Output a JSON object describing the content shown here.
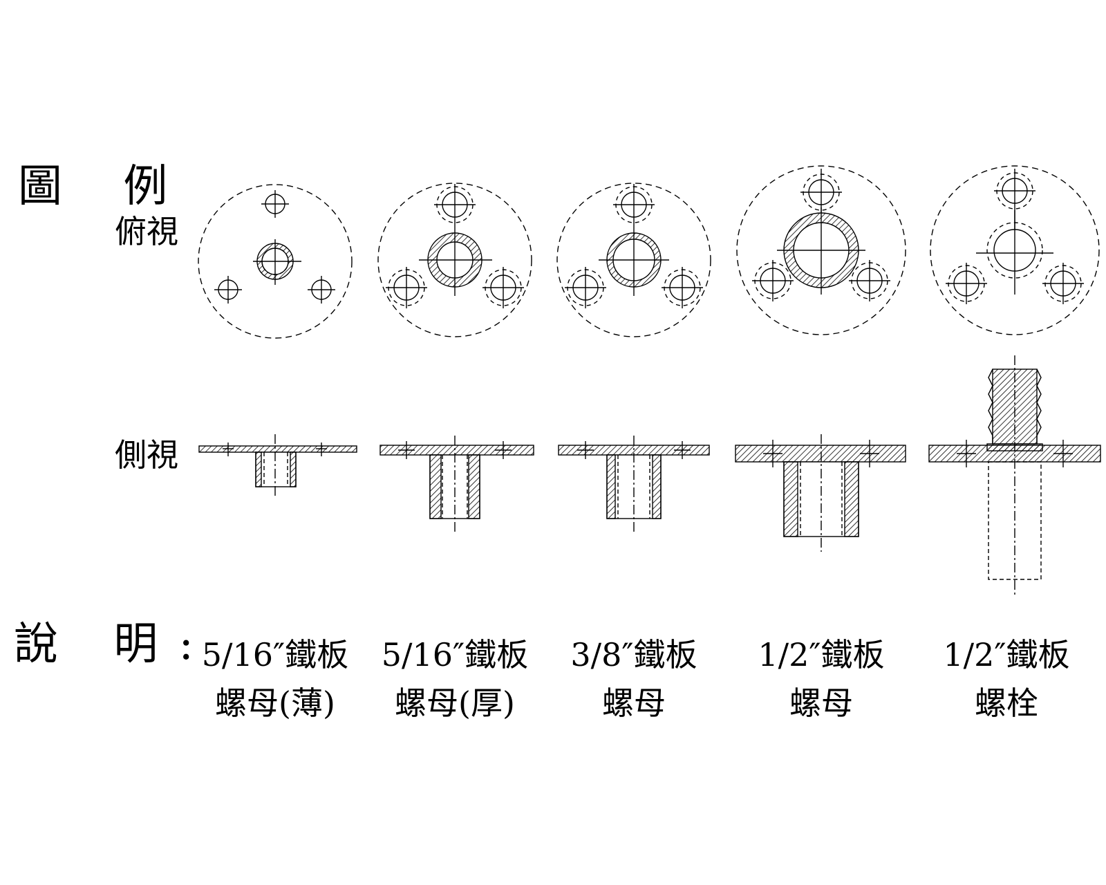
{
  "legend_title": "圖 例",
  "row_labels": {
    "top_view": "俯視",
    "side_view": "側視"
  },
  "description_label": "說 明:",
  "items": [
    {
      "line1": "5/16″鐵板",
      "line2": "螺母(薄)"
    },
    {
      "line1": "5/16″鐵板",
      "line2": "螺母(厚)"
    },
    {
      "line1": "3/8″鐵板",
      "line2": "螺母"
    },
    {
      "line1": "1/2″鐵板",
      "line2": "螺母"
    },
    {
      "line1": "1/2″鐵板",
      "line2": "螺栓"
    }
  ],
  "colors": {
    "line": "#000000",
    "background": "#ffffff"
  }
}
